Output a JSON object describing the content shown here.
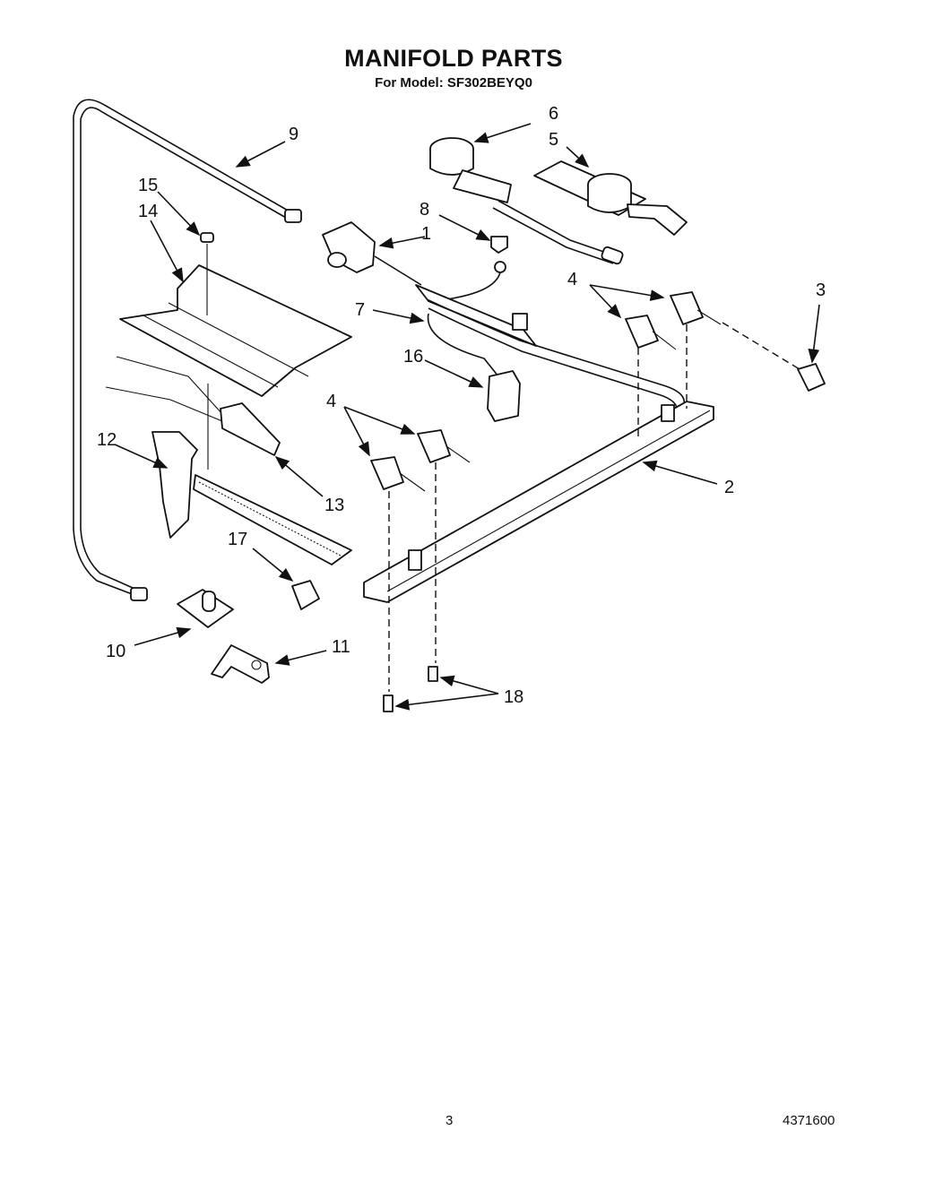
{
  "title": "MANIFOLD PARTS",
  "subtitle": "For Model: SF302BEYQ0",
  "callouts": [
    "1",
    "2",
    "3",
    "4",
    "4",
    "5",
    "6",
    "7",
    "8",
    "9",
    "10",
    "11",
    "12",
    "13",
    "14",
    "15",
    "16",
    "17",
    "18"
  ],
  "footer": {
    "page_number": "3",
    "document_number": "4371600"
  }
}
